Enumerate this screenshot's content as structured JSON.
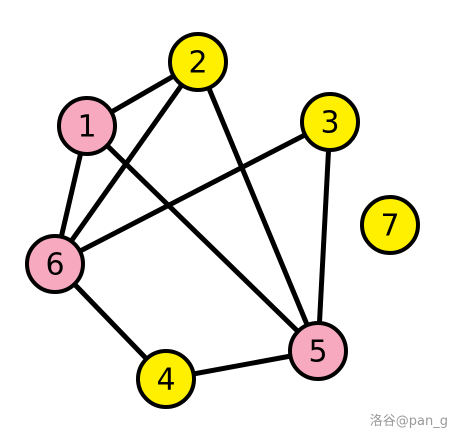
{
  "graph": {
    "node_colors": {
      "pink": "#f7a9c0",
      "yellow": "#fff000"
    },
    "nodes": [
      {
        "id": "1",
        "label": "1",
        "color": "pink"
      },
      {
        "id": "2",
        "label": "2",
        "color": "yellow"
      },
      {
        "id": "3",
        "label": "3",
        "color": "yellow"
      },
      {
        "id": "4",
        "label": "4",
        "color": "yellow"
      },
      {
        "id": "5",
        "label": "5",
        "color": "pink"
      },
      {
        "id": "6",
        "label": "6",
        "color": "pink"
      },
      {
        "id": "7",
        "label": "7",
        "color": "yellow"
      }
    ],
    "edges": [
      {
        "from": "1",
        "to": "2"
      },
      {
        "from": "1",
        "to": "6"
      },
      {
        "from": "1",
        "to": "5"
      },
      {
        "from": "2",
        "to": "6"
      },
      {
        "from": "2",
        "to": "5"
      },
      {
        "from": "3",
        "to": "6"
      },
      {
        "from": "3",
        "to": "5"
      },
      {
        "from": "6",
        "to": "4"
      },
      {
        "from": "4",
        "to": "5"
      }
    ]
  },
  "watermark": "洛谷@pan_g"
}
